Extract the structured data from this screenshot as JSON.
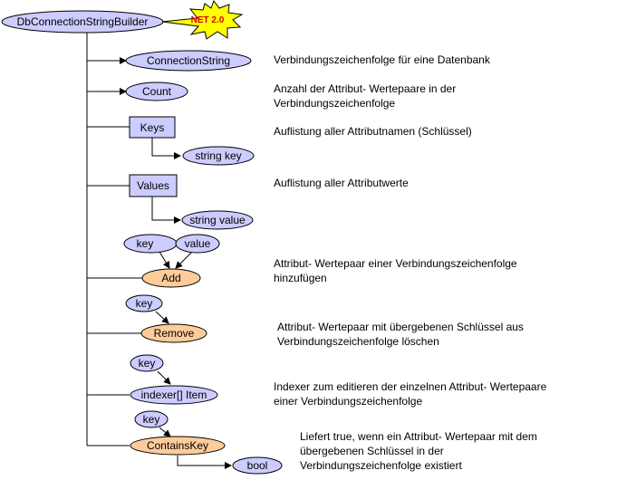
{
  "root": {
    "label": "DbConnectionStringBuilder",
    "badge": "NET 2.0"
  },
  "members": {
    "connection_string": {
      "label": "ConnectionString",
      "desc": [
        "Verbindungszeichenfolge für eine Datenbank"
      ]
    },
    "count": {
      "label": "Count",
      "desc": [
        "Anzahl der Attribut- Wertepaare in der",
        "Verbindungszeichenfolge"
      ]
    },
    "keys": {
      "label": "Keys",
      "child": "string key",
      "desc": [
        "Auflistung aller Attributnamen (Schlüssel)"
      ]
    },
    "values": {
      "label": "Values",
      "child": "string value",
      "desc": [
        "Auflistung aller Attributwerte"
      ]
    },
    "add": {
      "label": "Add",
      "params": [
        "key",
        "value"
      ],
      "desc": [
        "Attribut- Wertepaar einer Verbindungszeichenfolge",
        "hinzufügen"
      ]
    },
    "remove": {
      "label": "Remove",
      "params": [
        "key"
      ],
      "desc": [
        "Attribut- Wertepaar mit übergebenen Schlüssel aus",
        "Verbindungszeichenfolge löschen"
      ]
    },
    "item": {
      "label": "indexer[] Item",
      "params": [
        "key"
      ],
      "desc": [
        "Indexer zum editieren der einzelnen Attribut- Wertepaare",
        "einer Verbindungszeichenfolge"
      ]
    },
    "contains_key": {
      "label": "ContainsKey",
      "params": [
        "key"
      ],
      "returns": "bool",
      "desc": [
        "Liefert true, wenn ein Attribut- Wertepaar mit dem",
        "übergebenen Schlüssel in der",
        "Verbindungszeichenfolge existiert"
      ]
    }
  },
  "colors": {
    "property_fill": "#ccccff",
    "method_fill": "#ffcc99",
    "badge_fill": "#ffff00",
    "outline": "#000000"
  }
}
